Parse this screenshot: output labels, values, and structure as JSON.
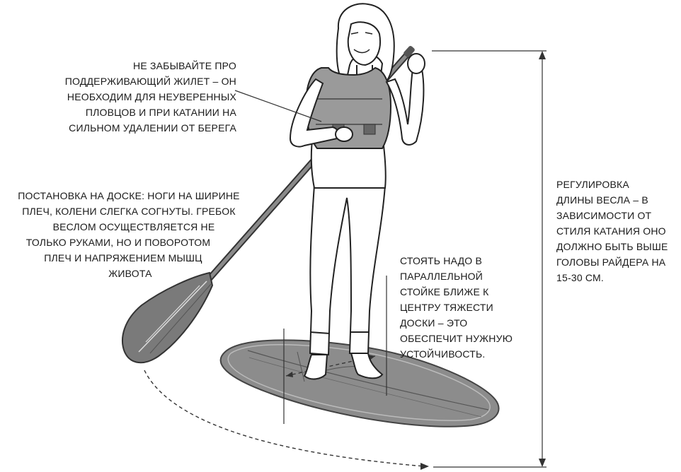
{
  "annotations": {
    "vest": {
      "lines": [
        "НЕ ЗАБЫВАЙТЕ ПРО",
        "ПОДДЕРЖИВАЮЩИЙ ЖИЛЕТ – ОН",
        "НЕОБХОДИМ ДЛЯ НЕУВЕРЕННЫХ",
        "ПЛОВЦОВ И ПРИ КАТАНИИ НА",
        "СИЛЬНОМ УДАЛЕНИИ ОТ БЕРЕГА"
      ]
    },
    "stance": {
      "lines": [
        "ПОСТАНОВКА НА ДОСКЕ: НОГИ НА ШИРИНЕ",
        "ПЛЕЧ, КОЛЕНИ СЛЕГКА СОГНУТЫ. ГРЕБОК",
        "ВЕСЛОМ ОСУЩЕСТВЛЯЕТСЯ НЕ",
        "ТОЛЬКО РУКАМИ, НО И ПОВОРОТОМ",
        "ПЛЕЧ И НАПРЯЖЕНИЕМ МЫШЦ",
        "ЖИВОТА"
      ]
    },
    "position": {
      "lines": [
        "СТОЯТЬ НАДО В",
        "ПАРАЛЛЕЛЬНОЙ",
        "СТОЙКЕ БЛИЖЕ К",
        "ЦЕНТРУ ТЯЖЕСТИ",
        "ДОСКИ – ЭТО",
        "ОБЕСПЕЧИТ НУЖНУЮ",
        "УСТОЙЧИВОСТЬ."
      ]
    },
    "paddle_length": {
      "lines": [
        "РЕГУЛИРОВКА",
        "ДЛИНЫ ВЕСЛА – В",
        "ЗАВИСИМОСТИ ОТ",
        "СТИЛЯ КАТАНИЯ ОНО",
        "ДОЛЖНО БЫТЬ ВЫШЕ",
        "ГОЛОВЫ РАЙДЕРА НА",
        "15-30 СМ."
      ]
    }
  },
  "colors": {
    "ink": "#1a1a1a",
    "board_fill": "#8c8c8c",
    "board_edge": "#555555",
    "vest_fill": "#9a9a9a",
    "paddle_fill": "#7a7a7a",
    "skin": "#ffffff"
  }
}
